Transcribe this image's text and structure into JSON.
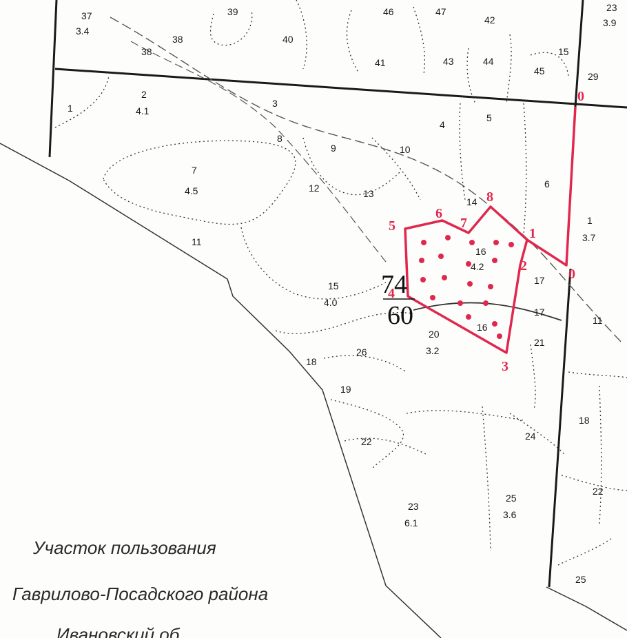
{
  "map": {
    "colors": {
      "plot": "#e0284f",
      "ink": "#1a1a1a",
      "paper": "#fdfdfb"
    },
    "quarter": {
      "number": "74",
      "area": "60"
    },
    "plot_points": [
      "0",
      "1",
      "2",
      "3",
      "4",
      "5",
      "6",
      "7",
      "8",
      "0"
    ],
    "sections": [
      {
        "num": "37",
        "area": "3.4"
      },
      {
        "num": "38",
        "area": ""
      },
      {
        "num": "38",
        "area": ""
      },
      {
        "num": "39",
        "area": ""
      },
      {
        "num": "40",
        "area": ""
      },
      {
        "num": "46",
        "area": ""
      },
      {
        "num": "47",
        "area": ""
      },
      {
        "num": "42",
        "area": ""
      },
      {
        "num": "23",
        "area": "3.9"
      },
      {
        "num": "15",
        "area": ""
      },
      {
        "num": "41",
        "area": ""
      },
      {
        "num": "43",
        "area": ""
      },
      {
        "num": "44",
        "area": ""
      },
      {
        "num": "45",
        "area": ""
      },
      {
        "num": "29",
        "area": ""
      },
      {
        "num": "1",
        "area": ""
      },
      {
        "num": "2",
        "area": "4.1"
      },
      {
        "num": "3",
        "area": ""
      },
      {
        "num": "4",
        "area": ""
      },
      {
        "num": "5",
        "area": ""
      },
      {
        "num": "8",
        "area": ""
      },
      {
        "num": "9",
        "area": ""
      },
      {
        "num": "10",
        "area": ""
      },
      {
        "num": "7",
        "area": "4.5"
      },
      {
        "num": "12",
        "area": ""
      },
      {
        "num": "13",
        "area": ""
      },
      {
        "num": "14",
        "area": ""
      },
      {
        "num": "6",
        "area": ""
      },
      {
        "num": "1",
        "area": "3.7"
      },
      {
        "num": "11",
        "area": ""
      },
      {
        "num": "16",
        "area": "4.2"
      },
      {
        "num": "17",
        "area": ""
      },
      {
        "num": "17",
        "area": ""
      },
      {
        "num": "15",
        "area": "4.0"
      },
      {
        "num": "20",
        "area": "3.2"
      },
      {
        "num": "16",
        "area": ""
      },
      {
        "num": "11",
        "area": ""
      },
      {
        "num": "21",
        "area": ""
      },
      {
        "num": "18",
        "area": ""
      },
      {
        "num": "26",
        "area": ""
      },
      {
        "num": "19",
        "area": ""
      },
      {
        "num": "24",
        "area": ""
      },
      {
        "num": "18",
        "area": ""
      },
      {
        "num": "22",
        "area": ""
      },
      {
        "num": "23",
        "area": "6.1"
      },
      {
        "num": "25",
        "area": "3.6"
      },
      {
        "num": "22",
        "area": ""
      },
      {
        "num": "25",
        "area": ""
      }
    ]
  },
  "caption": {
    "line1": "Участок пользования",
    "line2": "Гаврилово-Посадского района",
    "line3": "Ивановский об"
  }
}
